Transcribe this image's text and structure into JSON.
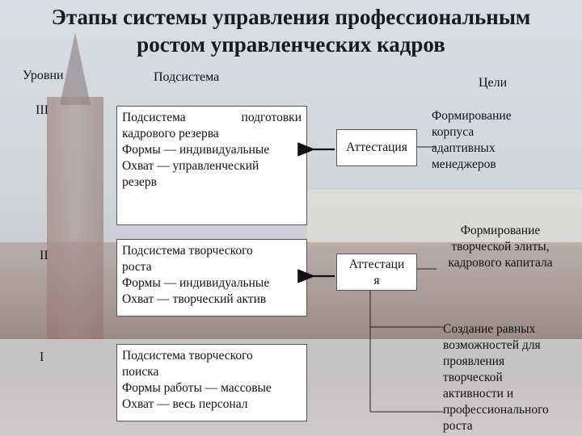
{
  "title_lines": [
    "Этапы системы управления профессиональным",
    "ростом управленческих кадров"
  ],
  "headers": {
    "levels": "Уровни",
    "subsystem": "Подсистема",
    "goals": "Цели"
  },
  "levels": [
    "III",
    "II",
    "I"
  ],
  "subsystems": [
    {
      "lines": [
        "подготовки",
        "кадрового резерва",
        "Формы — индивидуальные",
        "Охват — управленческий",
        "резерв"
      ],
      "first_word": "Подсистема"
    },
    {
      "lines": [
        "Подсистема творческого",
        "роста",
        "Формы — индивидуальные",
        "Охват — творческий актив"
      ]
    },
    {
      "lines": [
        "Подсистема творческого",
        "поиска",
        "Формы работы — массовые",
        "Охват — весь персонал"
      ]
    }
  ],
  "attestations": [
    {
      "lines": [
        "Аттестация"
      ]
    },
    {
      "lines": [
        "Аттестаци",
        "я"
      ]
    }
  ],
  "goals": [
    {
      "lines": [
        "Формирование",
        "корпуса",
        "адаптивных",
        "менеджеров"
      ]
    },
    {
      "lines": [
        "Формирование",
        "творческой элиты,",
        "кадрового капитала"
      ]
    },
    {
      "lines": [
        "Создание равных",
        "возможностей для",
        "проявления",
        "творческой",
        "активности и",
        "профессионального",
        "роста"
      ]
    }
  ]
}
